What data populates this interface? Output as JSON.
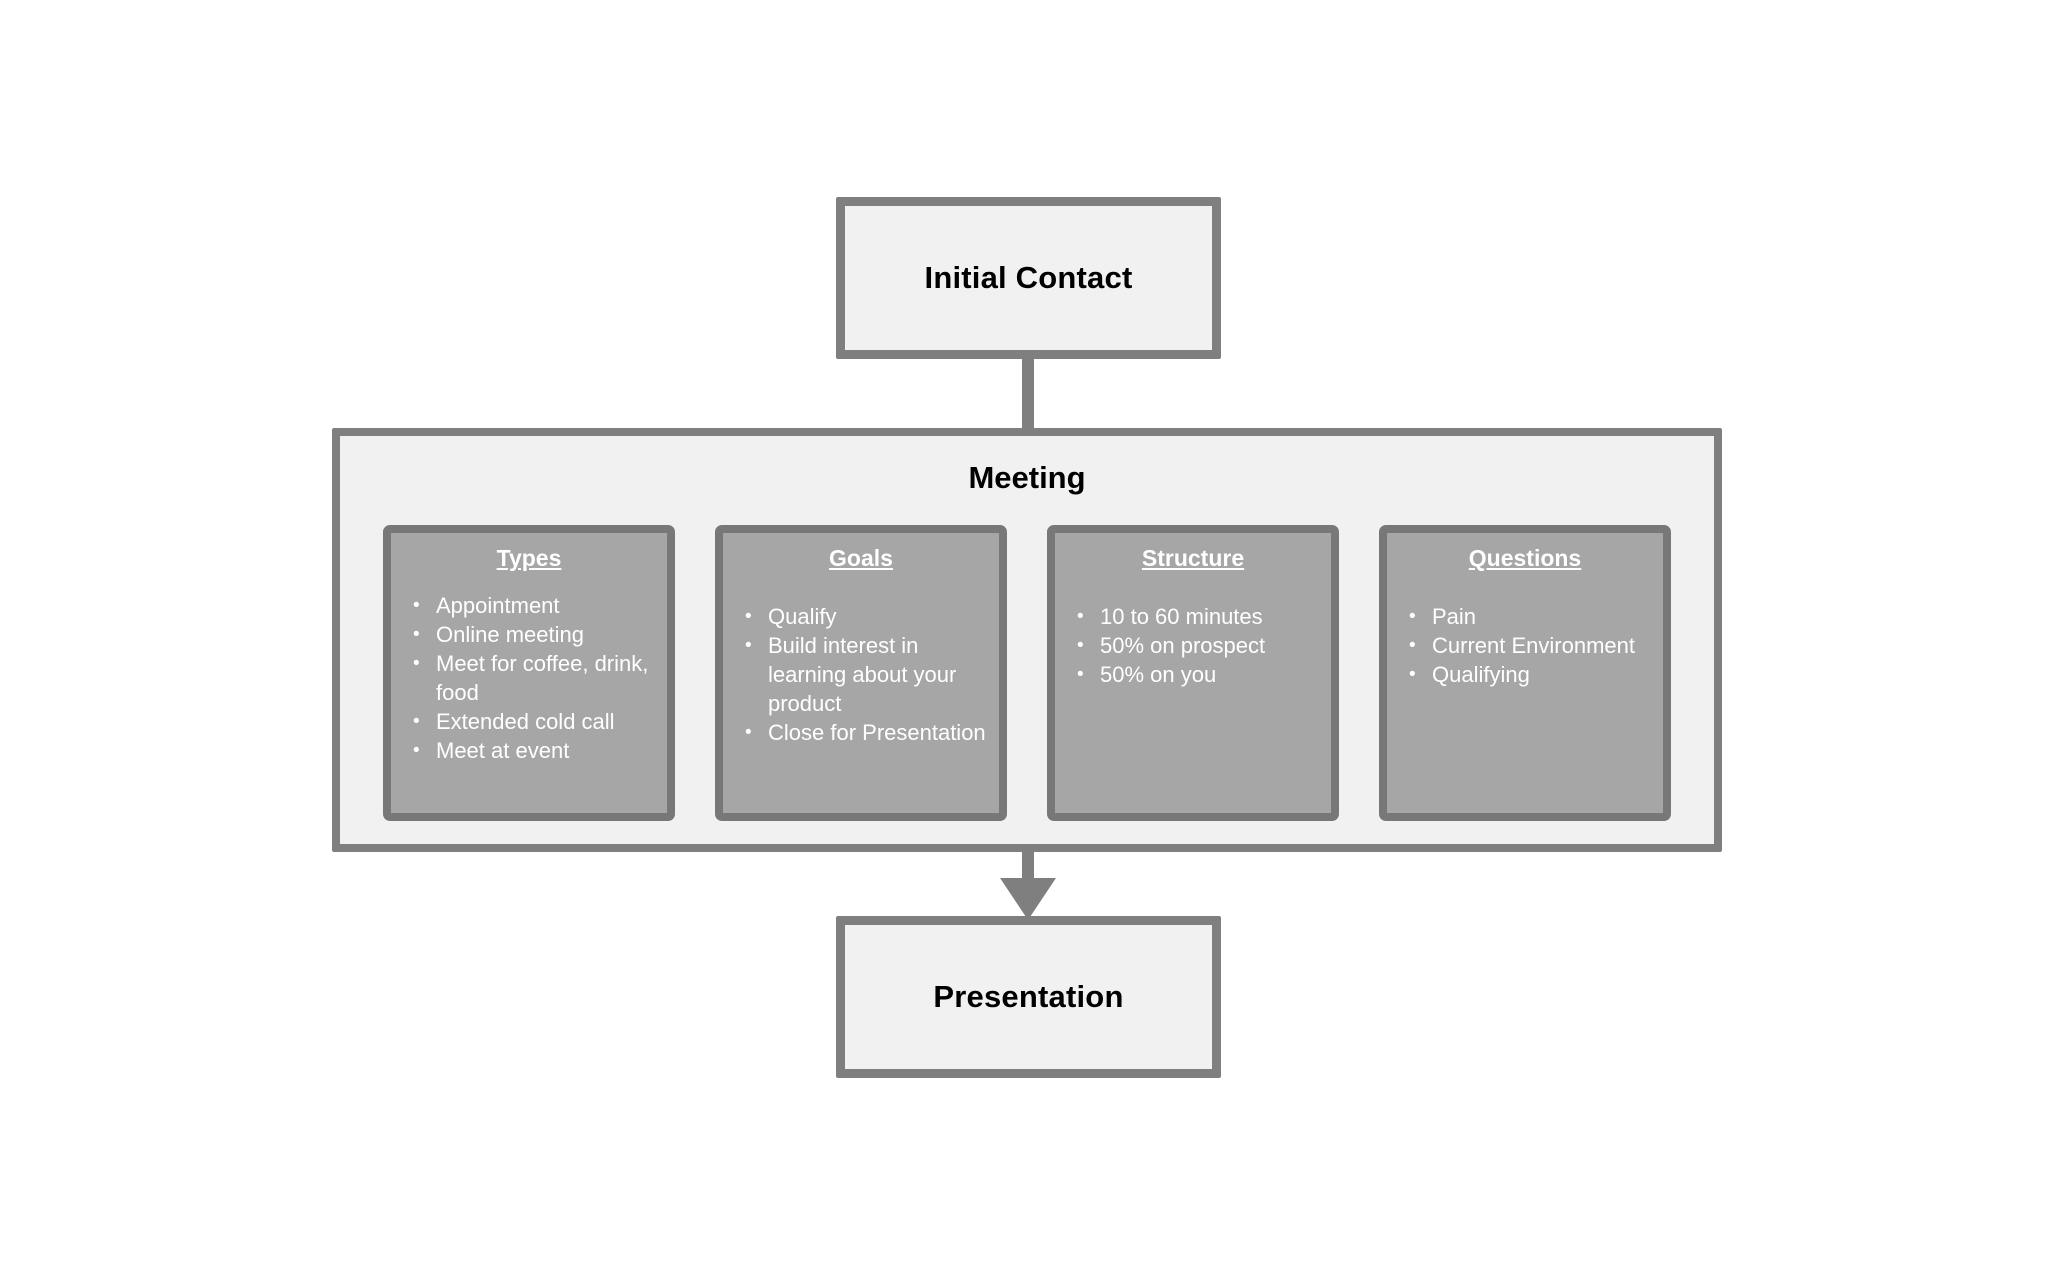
{
  "diagram": {
    "title_top": "Initial Contact",
    "title_bottom": "Presentation",
    "meeting": {
      "title": "Meeting",
      "panels": [
        {
          "id": "types",
          "title": "Types",
          "items": [
            "Appointment",
            "Online meeting",
            "Meet for coffee, drink, food",
            "Extended cold call",
            "Meet at event"
          ]
        },
        {
          "id": "goals",
          "title": "Goals",
          "items": [
            "Qualify",
            "Build interest in learning about your product",
            "Close for Presentation"
          ]
        },
        {
          "id": "structure",
          "title": "Structure",
          "items": [
            "10 to 60 minutes",
            "50% on prospect",
            "50% on you"
          ]
        },
        {
          "id": "questions",
          "title": "Questions",
          "items": [
            "Pain",
            "Current Environment",
            "Qualifying"
          ]
        }
      ]
    },
    "colors": {
      "background": "#ffffff",
      "box_fill": "#f1f1f1",
      "box_border": "#7f7f7f",
      "panel_fill": "#a6a6a6",
      "panel_border": "#787878",
      "text_dark": "#000000",
      "text_light": "#ffffff",
      "connector": "#7f7f7f"
    }
  }
}
